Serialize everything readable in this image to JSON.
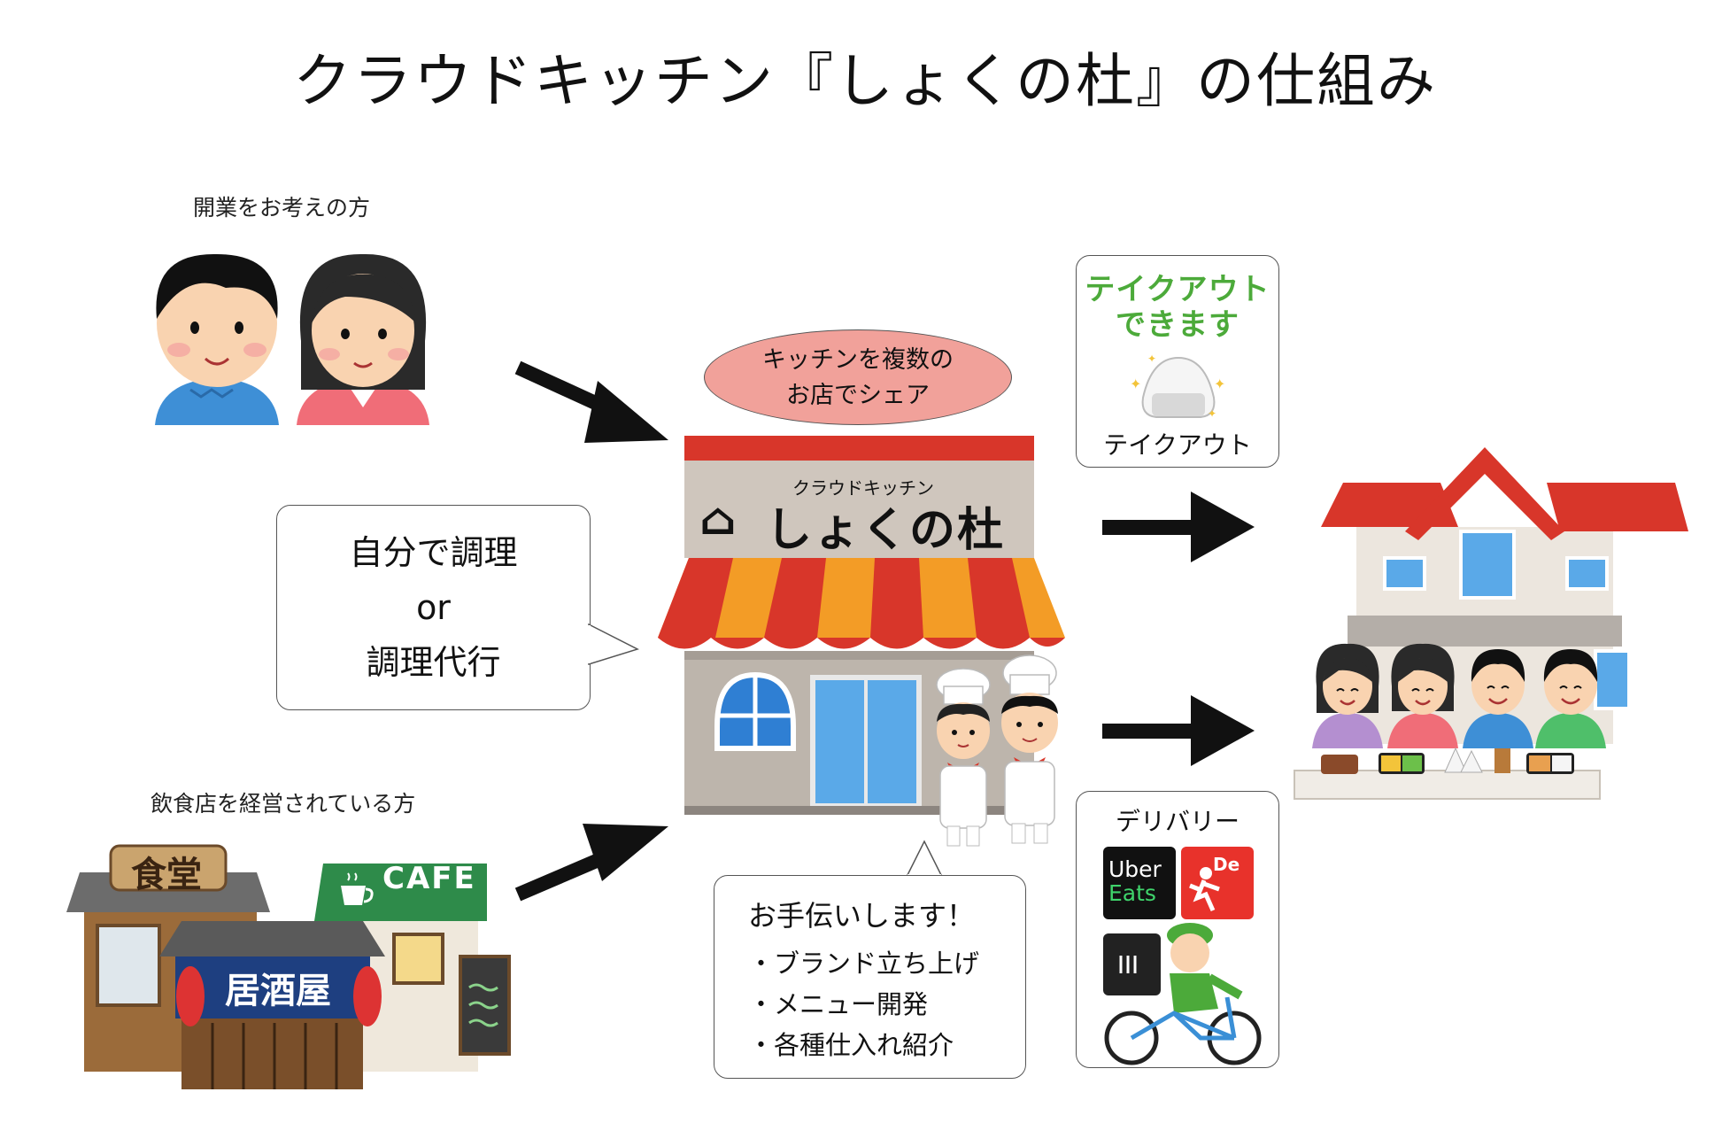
{
  "title": "クラウドキッチン『しょくの杜』の仕組み",
  "labels": {
    "prospective_owners": "開業をお考えの方",
    "restaurant_owners": "飲食店を経営されている方"
  },
  "share_bubble": {
    "line1": "キッチンを複数の",
    "line2": "お店でシェア"
  },
  "cook_bubble": {
    "line1": "自分で調理",
    "line2": "or",
    "line3": "調理代行"
  },
  "help_bubble": {
    "title": "お手伝いします！",
    "items": [
      "・ブランド立ち上げ",
      "・メニュー開発",
      "・各種仕入れ紹介"
    ]
  },
  "kitchen_sign": {
    "small": "クラウドキッチン",
    "big": "しょくの杜"
  },
  "takeout": {
    "sticker_line1": "テイクアウト",
    "sticker_line2": "できます",
    "label": "テイクアウト"
  },
  "delivery": {
    "label": "デリバリー",
    "uber_line1": "Uber",
    "uber_line2": "Eats",
    "demaekan": "De"
  },
  "shops": {
    "shokudo": "食堂",
    "cafe": "CAFE",
    "izakaya": "居酒屋"
  },
  "colors": {
    "awning_red": "#d8362a",
    "awning_orange": "#f39c26",
    "bubble_pink": "#f1a19a",
    "takeout_green": "#4caa3a"
  }
}
